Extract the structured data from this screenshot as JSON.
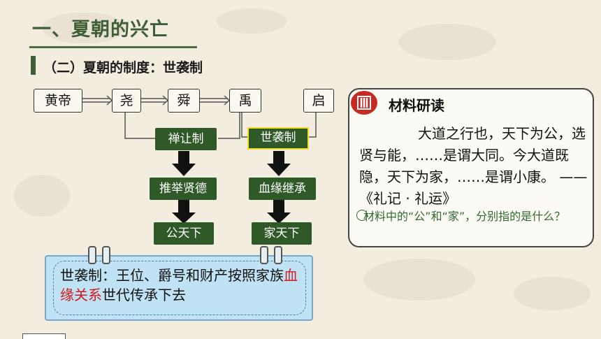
{
  "page": {
    "title": "一、夏朝的兴亡",
    "subtitle": "（二）夏朝的制度：世袭制"
  },
  "flow": {
    "names": [
      "黄帝",
      "尧",
      "舜",
      "禹",
      "启"
    ],
    "left_branch": [
      "禅让制",
      "推举贤德",
      "公天下"
    ],
    "right_branch": [
      "世袭制",
      "血缘继承",
      "家天下"
    ]
  },
  "definition": {
    "prefix": "世袭制：王位、爵号和财产按照家族",
    "highlight": "血缘关系",
    "suffix": "世代传承下去"
  },
  "material": {
    "heading": "材料研读",
    "quote": "大道之行也，天下为公，选贤与能，……是谓大同。今大道既隐，天下为家，……是谓小康。 ——《礼记 · 礼运》",
    "question": "材料中的“公”和“家”，分别指的是什么？"
  },
  "colors": {
    "title_green": "#3e5e35",
    "box_green": "#2f5a27",
    "highlight_yellow": "#f2dc2a",
    "emphasis_red": "#d11a1a",
    "card_blue": "#bfe2f4"
  },
  "icons": {
    "panel_icon": "roman-three-badge-icon",
    "arrow": "arrow-down-icon"
  }
}
